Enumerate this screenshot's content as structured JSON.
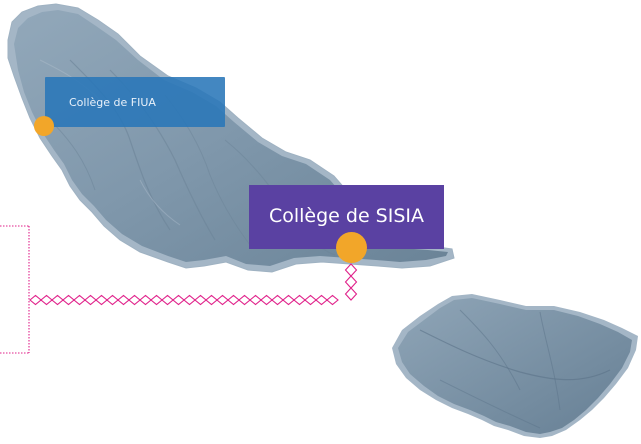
{
  "map": {
    "markers": [
      {
        "label": "Collège de FIUA",
        "color": "#f2a629"
      },
      {
        "label": "Collège de SISIA",
        "color": "#f2a629"
      }
    ],
    "colors": {
      "land": "#7f97ab",
      "land_shadow": "#5c7389",
      "label_fiua_bg": "#2976b8",
      "label_sisia_bg": "#5a41a2",
      "connector": "#e0218a"
    },
    "connector_style": "chain-diamond"
  }
}
